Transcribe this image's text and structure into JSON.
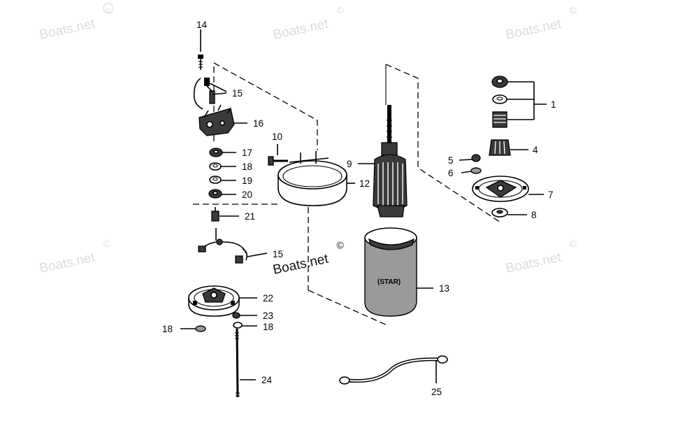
{
  "watermark": {
    "text": "Boats.net",
    "symbol": "©"
  },
  "housing_marking": "(STAR)",
  "callouts": {
    "c1": "1",
    "c4": "4",
    "c5": "5",
    "c6": "6",
    "c7": "7",
    "c8": "8",
    "c9": "9",
    "c10": "10",
    "c12": "12",
    "c13": "13",
    "c14": "14",
    "c15a": "15",
    "c15b": "15",
    "c16": "16",
    "c17": "17",
    "c18a": "18",
    "c18b": "18",
    "c18c": "18",
    "c19": "19",
    "c20": "20",
    "c21": "21",
    "c22": "22",
    "c23": "23",
    "c24": "24",
    "c25": "25"
  }
}
